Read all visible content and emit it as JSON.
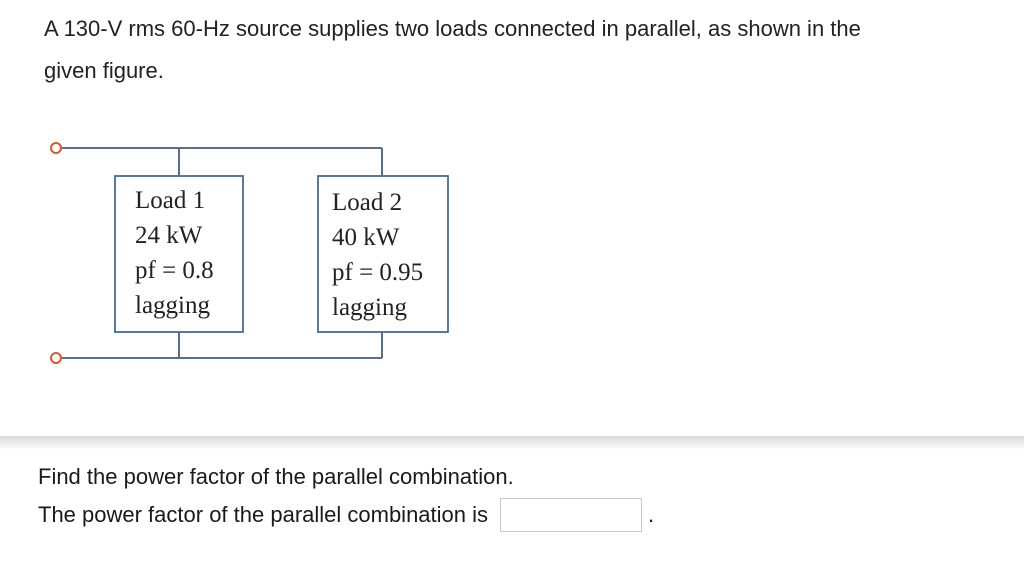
{
  "problem": {
    "intro_line1": "A 130-V rms 60-Hz source supplies two loads connected in parallel, as shown in the",
    "intro_line2": "given figure."
  },
  "figure": {
    "load1": {
      "name": "Load 1",
      "power": "24 kW",
      "pf": "pf = 0.8",
      "type": "lagging"
    },
    "load2": {
      "name": "Load 2",
      "power": "40 kW",
      "pf": "pf = 0.95",
      "type": "lagging"
    }
  },
  "question": {
    "prompt": "Find the power factor of the parallel combination.",
    "answer_label": "The power factor of the parallel combination is",
    "answer_value": "",
    "suffix": "."
  },
  "colors": {
    "wire": "#5a6f86",
    "box_border": "#4a6a90",
    "terminal": "#d9582b"
  }
}
